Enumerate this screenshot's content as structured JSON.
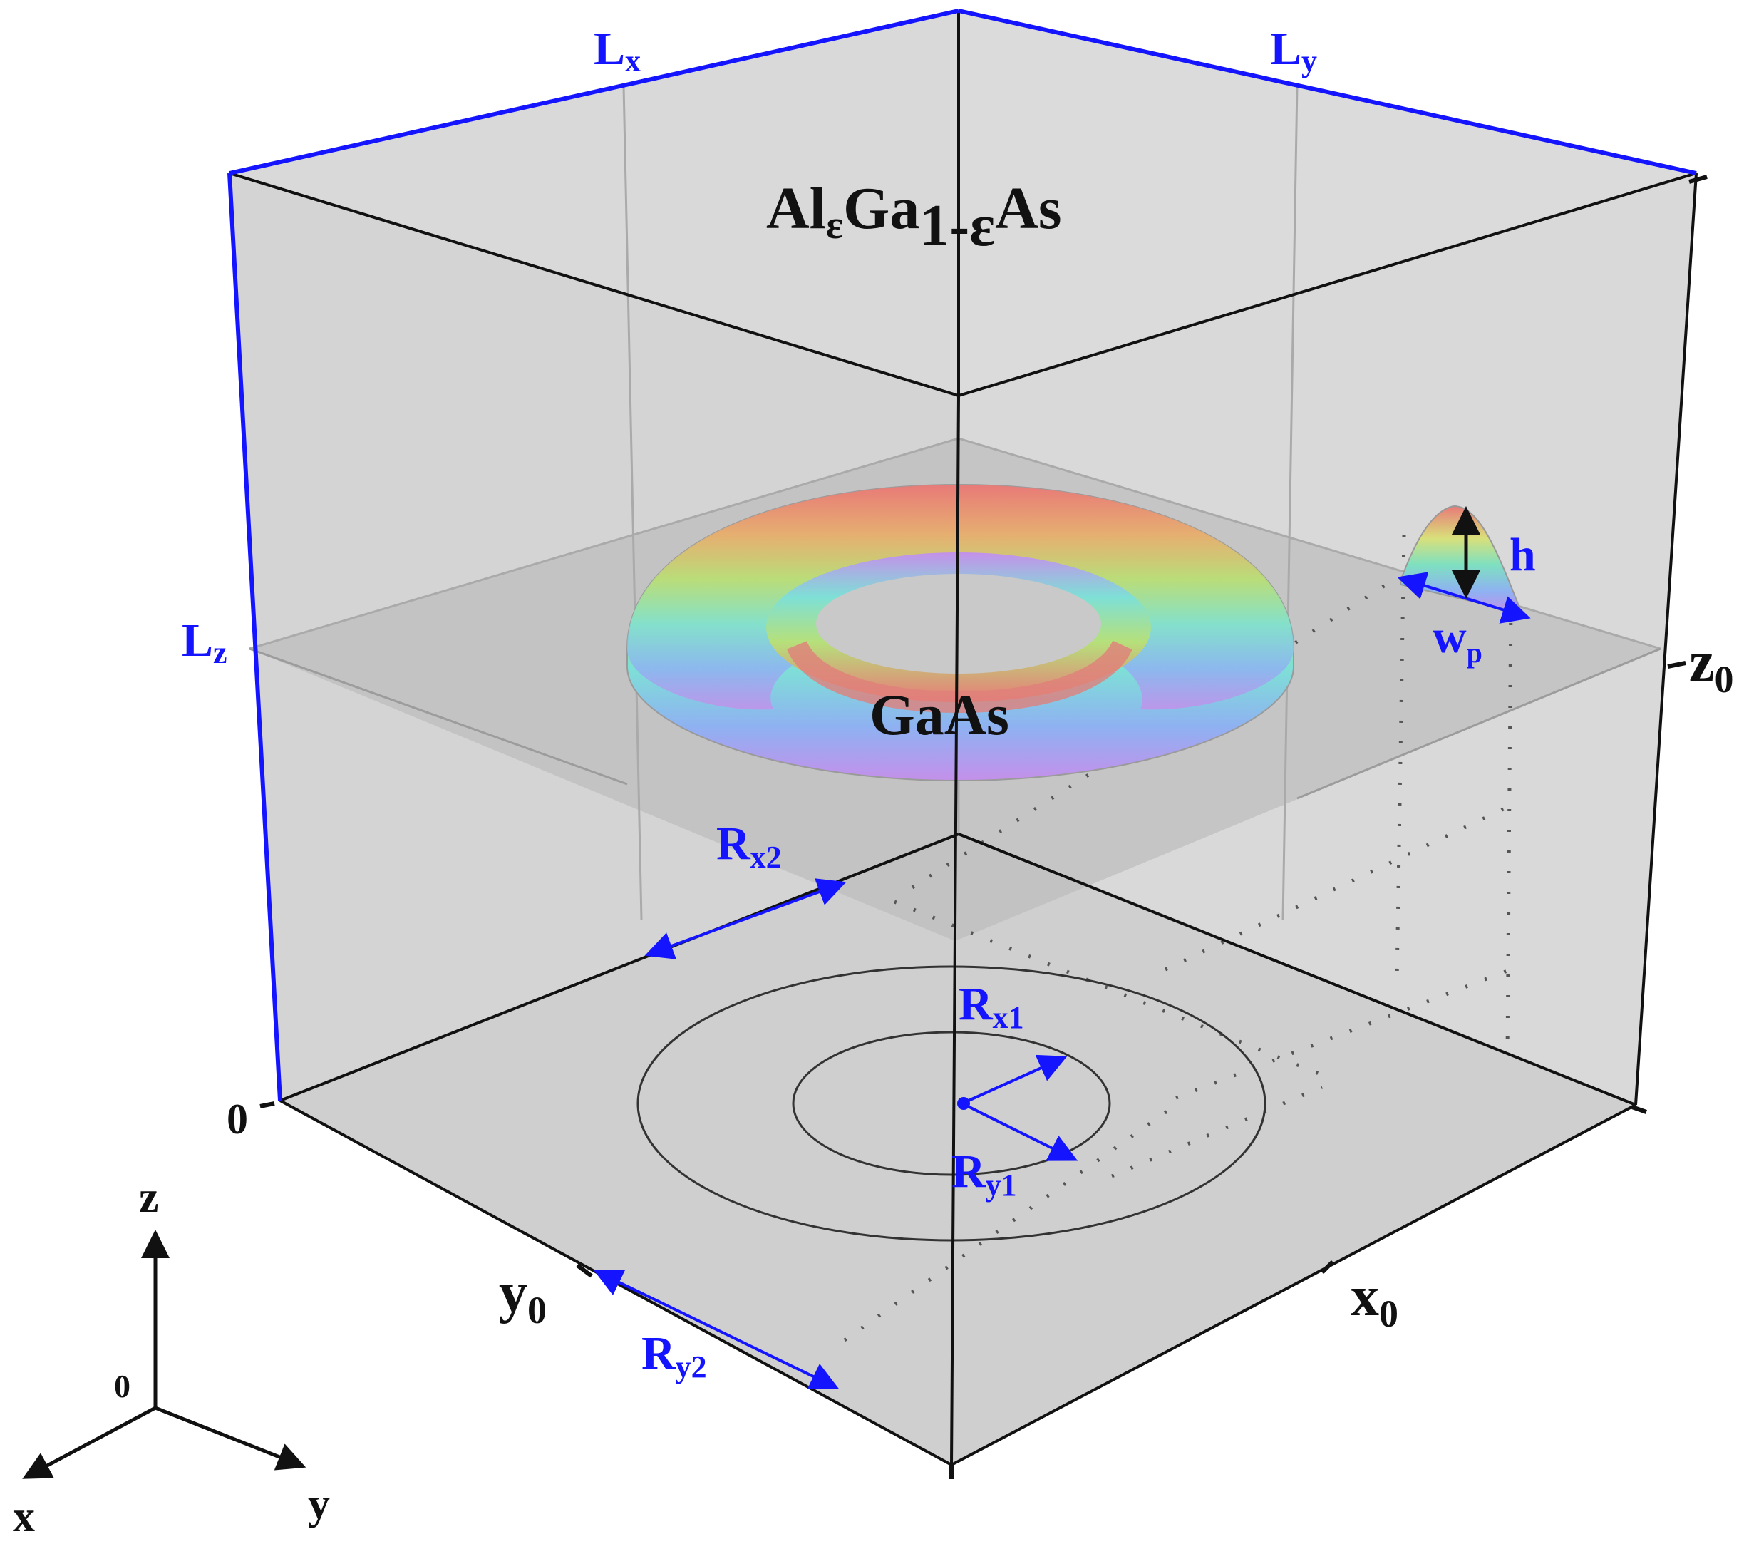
{
  "materials": {
    "barrier": {
      "main": "Al",
      "sub1": "ε",
      "mid": "Ga",
      "sub2": "1-ε",
      "tail": "As"
    },
    "ring": "GaAs"
  },
  "dimensions": {
    "lx": {
      "main": "L",
      "sub": "x"
    },
    "ly": {
      "main": "L",
      "sub": "y"
    },
    "lz": {
      "main": "L",
      "sub": "z"
    },
    "rx1": {
      "main": "R",
      "sub": "x1"
    },
    "ry1": {
      "main": "R",
      "sub": "y1"
    },
    "rx2": {
      "main": "R",
      "sub": "x2"
    },
    "ry2": {
      "main": "R",
      "sub": "y2"
    },
    "h": "h",
    "wp": {
      "main": "w",
      "sub": "p"
    }
  },
  "axes": {
    "origin": "0",
    "x0": {
      "main": "x",
      "sub": "0"
    },
    "y0": {
      "main": "y",
      "sub": "0"
    },
    "z0": {
      "main": "z",
      "sub": "0"
    },
    "triad": {
      "x": "x",
      "y": "y",
      "z": "z",
      "origin": "0"
    }
  },
  "colors": {
    "dimension": "#1414ff",
    "box_fill": "#d6d6d6",
    "plane_fill": "#bdbdbd",
    "edges": "#111111"
  }
}
